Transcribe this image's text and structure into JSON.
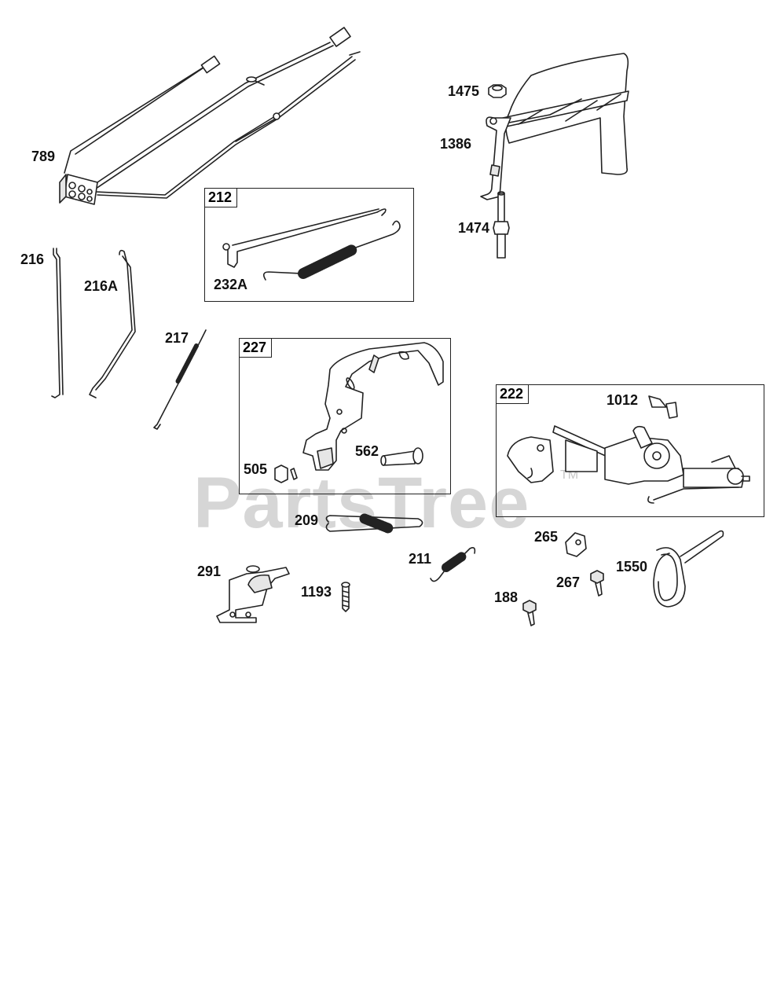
{
  "watermark": {
    "text": "PartsTree",
    "trademark": "TM"
  },
  "labels": {
    "p789": "789",
    "p1475": "1475",
    "p1386": "1386",
    "p1474": "1474",
    "p232a": "232A",
    "p216": "216",
    "p216a": "216A",
    "p217": "217",
    "p505": "505",
    "p562": "562",
    "p1012": "1012",
    "p209": "209",
    "p265": "265",
    "p291": "291",
    "p1193": "1193",
    "p211": "211",
    "p188": "188",
    "p267": "267",
    "p1550": "1550"
  },
  "boxes": {
    "b212": "212",
    "b227": "227",
    "b222": "222"
  },
  "colors": {
    "line": "#222222",
    "fill_light": "#ffffff",
    "fill_shade": "#e6e6e6",
    "watermark": "#cfcfcf"
  }
}
